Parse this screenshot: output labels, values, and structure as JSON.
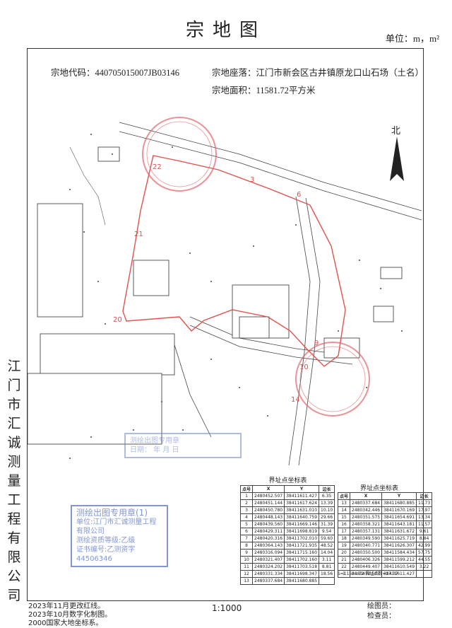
{
  "header": {
    "title": "宗地图",
    "unit": "单位：m，m²"
  },
  "info": {
    "code_label": "宗地代码：",
    "code_value": "440705015007JB03146",
    "location_label": "宗地座落：",
    "location_value": "江门市新会区古井镇原龙口山石场（土名）",
    "area_label": "宗地面积：",
    "area_value": "11581.72平方米"
  },
  "side_org": "江门市汇诚测量工程有限公司",
  "map": {
    "north_label": "北",
    "vertex_labels": [
      "22",
      "3",
      "6",
      "9",
      "10",
      "14",
      "20",
      "21"
    ]
  },
  "stamps": {
    "blue_main": [
      "测绘出图专用章(1)",
      "单位:江门市汇诚测量工程有限公司",
      "测绘资质等级:乙级",
      "证书编号:乙测资字44506346"
    ],
    "blue_faint": [
      "测绘出图专用章",
      "日期：          年    月    日"
    ]
  },
  "coord_table": {
    "caption_left": "界址点坐标表",
    "caption_right": "界址点坐标表",
    "headers": [
      "点号",
      "X",
      "Y",
      "边长"
    ],
    "left_rows": [
      [
        "1",
        "2480452.507",
        "38411611.427",
        "6.35"
      ],
      [
        "2",
        "2480451.144",
        "38411617.624",
        "13.39"
      ],
      [
        "3",
        "2480450.780",
        "38411631.010",
        "10.10"
      ],
      [
        "4",
        "2480448.143",
        "38411640.759",
        "29.66"
      ],
      [
        "5",
        "2480439.560",
        "38411669.146",
        "31.39"
      ],
      [
        "6",
        "2480429.311",
        "38411698.819",
        "9.54"
      ],
      [
        "7",
        "2480420.316",
        "38411702.010",
        "59.60"
      ],
      [
        "8",
        "2480364.143",
        "38411721.935",
        "48.52"
      ],
      [
        "9",
        "2480316.094",
        "38411715.160",
        "14.04"
      ],
      [
        "10",
        "2480321.407",
        "38411702.160",
        "3.11"
      ],
      [
        "11",
        "2480324.202",
        "38411703.518",
        "8.81"
      ],
      [
        "12",
        "2480331.334",
        "38411698.347",
        "18.56"
      ],
      [
        "13",
        "2480337.684",
        "38411680.885",
        ""
      ]
    ],
    "right_rows": [
      [
        "13",
        "2480337.684",
        "38411680.885",
        "11.73"
      ],
      [
        "14",
        "2480342.446",
        "38411670.169",
        "17.97"
      ],
      [
        "15",
        "2480351.575",
        "38411654.691",
        "13.34"
      ],
      [
        "16",
        "2480358.321",
        "38411643.181",
        "11.57"
      ],
      [
        "17",
        "2480357.131",
        "38411631.672",
        "9.61"
      ],
      [
        "18",
        "2480349.590",
        "38411625.719",
        "8.84"
      ],
      [
        "19",
        "2480340.771",
        "38411626.307",
        "42.99"
      ],
      [
        "20",
        "2480350.500",
        "38411584.434",
        "57.75"
      ],
      [
        "21",
        "2480406.326",
        "38411599.212",
        "44.55"
      ],
      [
        "22",
        "2480449.407",
        "38411610.549",
        "3.22"
      ],
      [
        "1",
        "2480452.507",
        "38411611.427",
        ""
      ]
    ],
    "total": "S=11581.72 界址点数=17.37"
  },
  "footer": {
    "notes": [
      "2023年11月更改红线。",
      "2023年10月数字化制图。",
      "2000国家大地坐标系。"
    ],
    "scale": "1:1000",
    "drawer": "绘图员：",
    "checker": "检查员："
  }
}
